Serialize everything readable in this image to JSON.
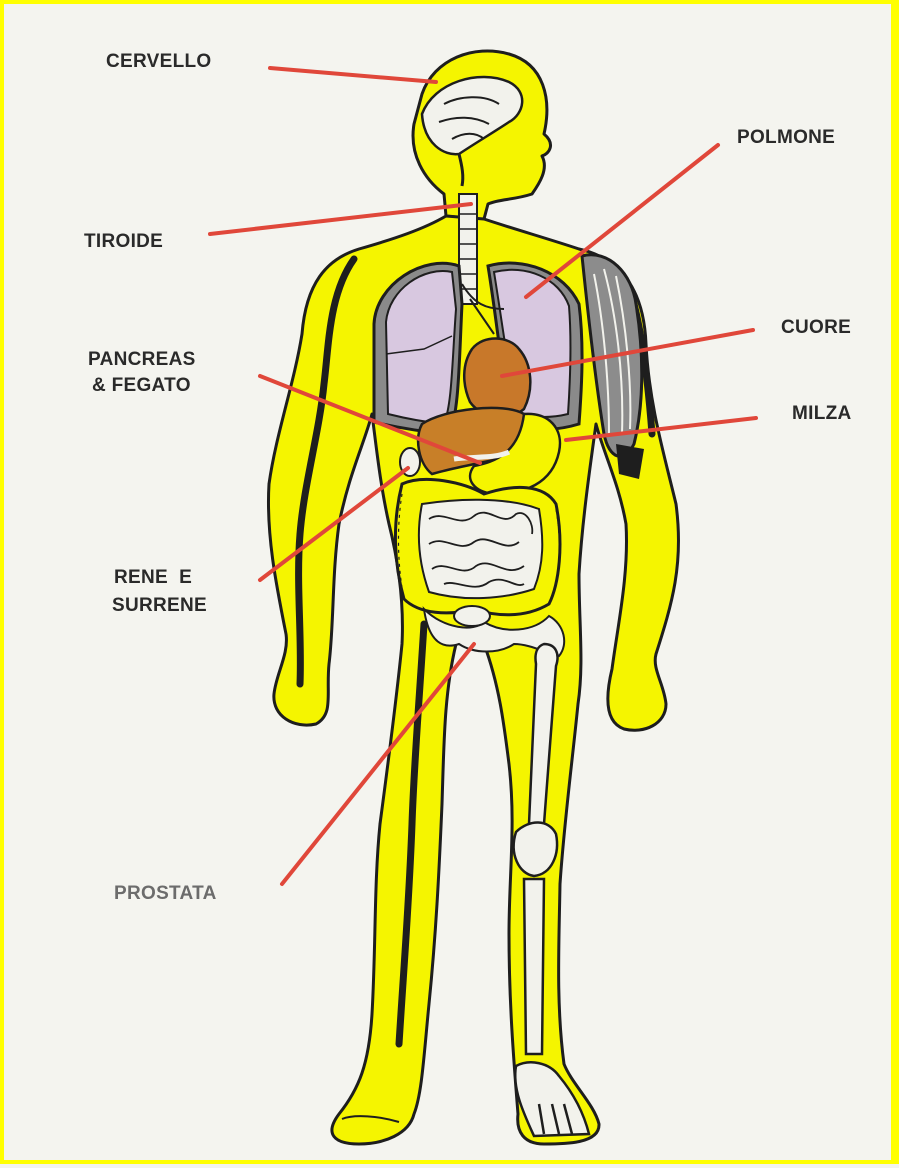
{
  "labels": {
    "cervello": "CERVELLO",
    "polmone": "POLMONE",
    "tiroide": "TIROIDE",
    "cuore": "CUORE",
    "pancreas_line1": "PANCREAS",
    "pancreas_line2": "& FEGATO",
    "milza": "MILZA",
    "rene_line1": "RENE  E",
    "rene_line2": "SURRENE",
    "prostata": "PROSTATA"
  },
  "colors": {
    "frame": "#ffff00",
    "body_fill": "#f5f500",
    "outline": "#1e1e1e",
    "lung": "#d8c8e0",
    "heart": "#c8782a",
    "liver": "#c87f28",
    "leader_line": "#e0473a",
    "bone": "#f2f2ec"
  }
}
